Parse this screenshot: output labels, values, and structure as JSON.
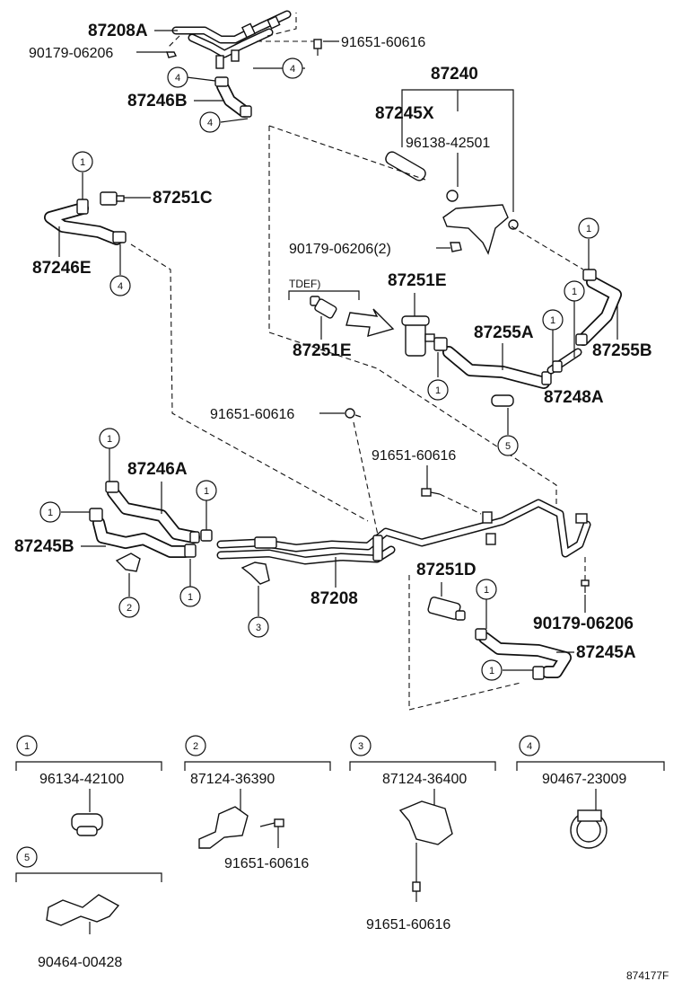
{
  "diagram": {
    "drawing_code": "874177F",
    "labels": {
      "p87208A": "87208A",
      "p90179_06206_a": "90179-06206",
      "p91651_60616_a": "91651-60616",
      "p87240": "87240",
      "p87246B": "87246B",
      "p87245X": "87245X",
      "p96138_42501": "96138-42501",
      "p87251C": "87251C",
      "p87246E": "87246E",
      "p90179_06206_2": "90179-06206(2)",
      "tdef": "TDEF)",
      "p87251E_a": "87251E",
      "p87251E_b": "87251E",
      "p87255A": "87255A",
      "p87255B": "87255B",
      "p87248A": "87248A",
      "p91651_60616_b": "91651-60616",
      "p91651_60616_c": "91651-60616",
      "p87246A": "87246A",
      "p87245B": "87245B",
      "p87208": "87208",
      "p87251D": "87251D",
      "p90179_06206_b": "90179-06206",
      "p87245A": "87245A"
    },
    "callouts": [
      "1",
      "2",
      "3",
      "4",
      "5"
    ],
    "legend": [
      {
        "ref": "1",
        "part": "96134-42100",
        "bolt": ""
      },
      {
        "ref": "2",
        "part": "87124-36390",
        "bolt": "91651-60616"
      },
      {
        "ref": "3",
        "part": "87124-36400",
        "bolt": "91651-60616"
      },
      {
        "ref": "4",
        "part": "90467-23009",
        "bolt": ""
      },
      {
        "ref": "5",
        "part": "90464-00428",
        "bolt": ""
      }
    ]
  }
}
